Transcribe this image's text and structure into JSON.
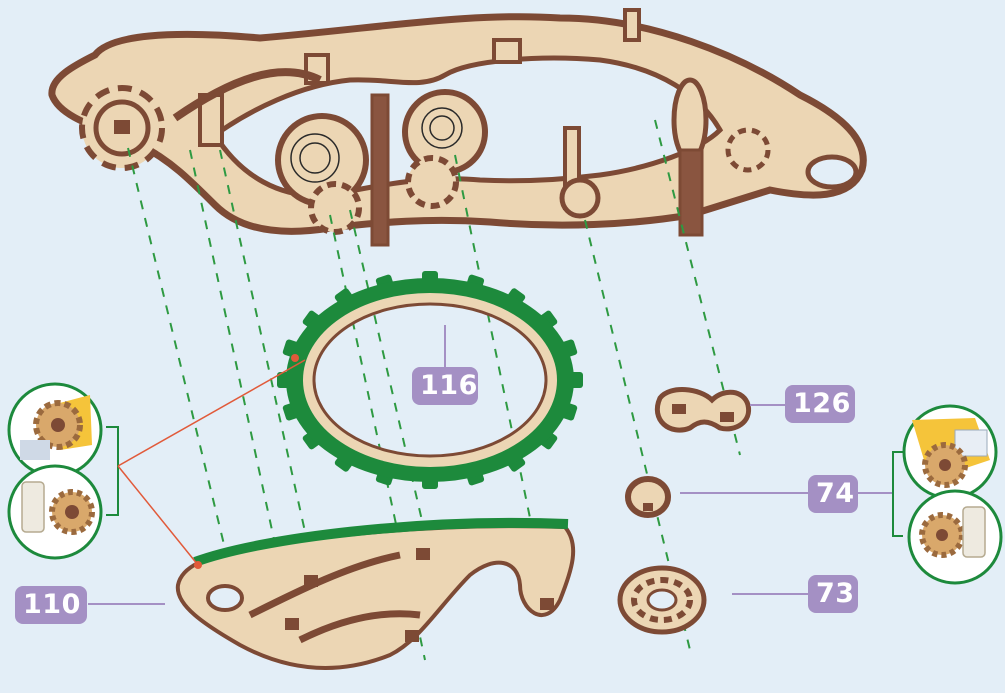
{
  "labels": {
    "part_116": "116",
    "part_126": "126",
    "part_74": "74",
    "part_73": "73",
    "part_110": "110"
  },
  "colors": {
    "background": "#e3eef7",
    "label_badge": "#a490c4",
    "wood_light": "#ecd6b4",
    "wood_dark": "#7d4a35",
    "highlight_green": "#1d8a3c",
    "guide_dash": "#2e9a42",
    "callout_red": "#e15a3a",
    "leader_line": "#a490c4"
  },
  "icons": [
    "gear-icon",
    "spring-icon"
  ]
}
